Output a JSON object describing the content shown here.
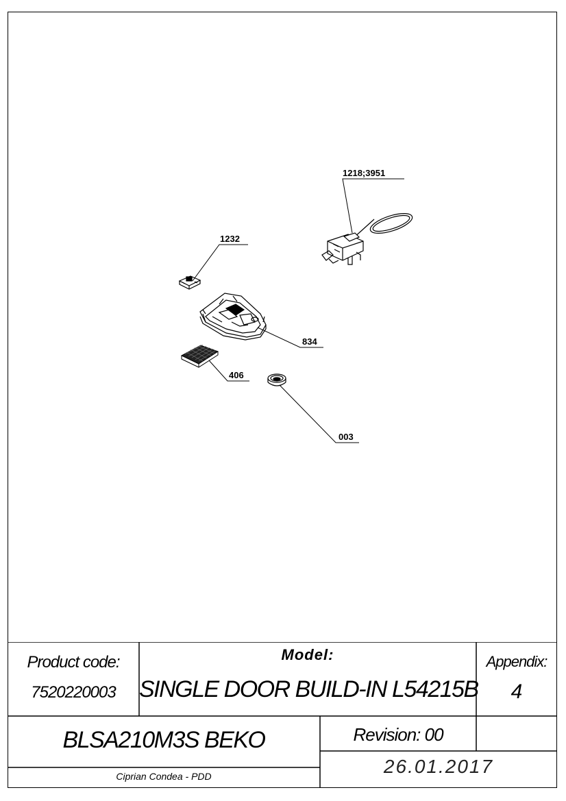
{
  "callouts": {
    "c1218": "1218;3951",
    "c1232": "1232",
    "c834": "834",
    "c406": "406",
    "c003": "003"
  },
  "title_block": {
    "product_code_label": "Product code:",
    "product_code_value": "7520220003",
    "model_label": "Model:",
    "model_value": "SINGLE DOOR BUILD-IN L54215B",
    "appendix_label": "Appendix:",
    "appendix_value": "4",
    "product_name": "BLSA210M3S BEKO",
    "revision": "Revision: 00",
    "author": "Ciprian Condea - PDD",
    "date": "26.01.2017"
  }
}
